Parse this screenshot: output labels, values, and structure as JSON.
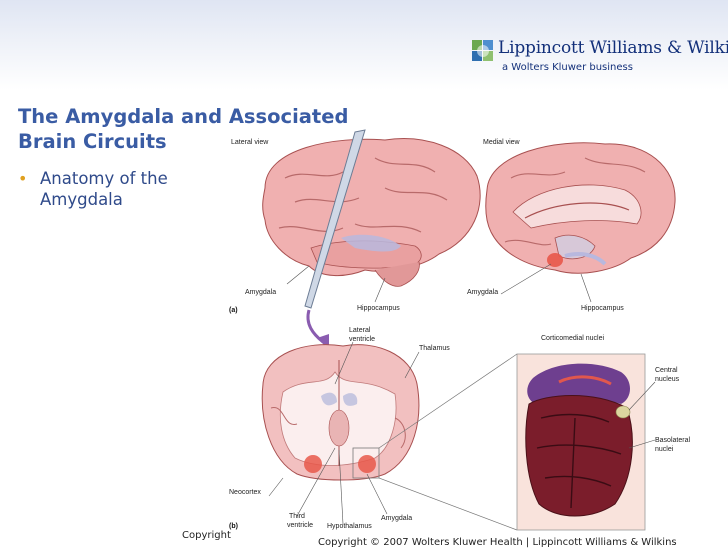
{
  "header": {
    "publisher_name": "Lippincott Williams & Wilkins",
    "publisher_tagline": "a Wolters Kluwer business"
  },
  "slide": {
    "title_line1": "The Amygdala and Associated",
    "title_line2": "Brain Circuits",
    "bullets": [
      {
        "text": "Anatomy of the Amygdala"
      }
    ]
  },
  "figure": {
    "view_labels": {
      "lateral": "Lateral view",
      "medial": "Medial view"
    },
    "panel_labels": {
      "a": "(a)",
      "b": "(b)"
    },
    "labels": {
      "amygdala_lateral": "Amygdala",
      "hippocampus_lateral": "Hippocampus",
      "amygdala_medial": "Amygdala",
      "hippocampus_medial": "Hippocampus",
      "lateral_ventricle_1": "Lateral",
      "lateral_ventricle_2": "ventricle",
      "thalamus": "Thalamus",
      "corticomedial_nuclei": "Corticomedial nuclei",
      "central_nucleus_1": "Central",
      "central_nucleus_2": "nucleus",
      "basolateral_nuclei_1": "Basolateral",
      "basolateral_nuclei_2": "nuclei",
      "neocortex": "Neocortex",
      "third_ventricle_1": "Third",
      "third_ventricle_2": "ventricle",
      "hypothalamus": "Hypothalamus",
      "amygdala_section": "Amygdala"
    }
  },
  "footer": {
    "copyright_left": "Copyright",
    "copyright_right": "Copyright © 2007 Wolters Kluwer Health | Lippincott Williams & Wilkins"
  },
  "colors": {
    "title": "#3a5ca4",
    "bullet_marker": "#e0a020",
    "publisher": "#13307a",
    "amygdala_highlight": "#e8584a"
  }
}
